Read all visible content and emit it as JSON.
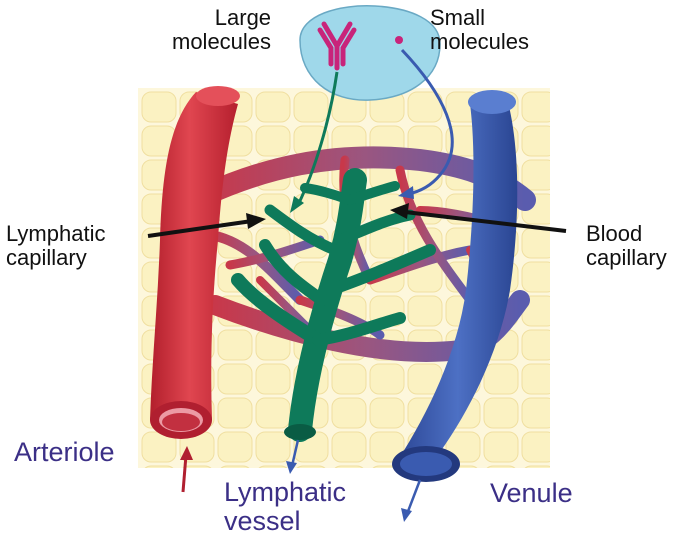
{
  "labels": {
    "large_molecules": [
      "Large",
      "molecules"
    ],
    "small_molecules": [
      "Small",
      "molecules"
    ],
    "lymphatic_capillary": [
      "Lymphatic",
      "capillary"
    ],
    "blood_capillary": [
      "Blood",
      "capillary"
    ],
    "arteriole": "Arteriole",
    "lymphatic_vessel": [
      "Lymphatic",
      "vessel"
    ],
    "venule": "Venule"
  },
  "colors": {
    "tissue_cells": "#fbf2c2",
    "tissue_background": "#fdf6d6",
    "arteriole": "#d8323c",
    "venule": "#3a5bb0",
    "lymphatic": "#0e7a5a",
    "blood_capillary": "#a8566e",
    "bubble": "#9fd8ea",
    "antibody": "#c8247a",
    "label_purple": "#3b2f86"
  },
  "icons": [
    "antibody-molecule-icon",
    "small-molecule-dot-icon"
  ]
}
